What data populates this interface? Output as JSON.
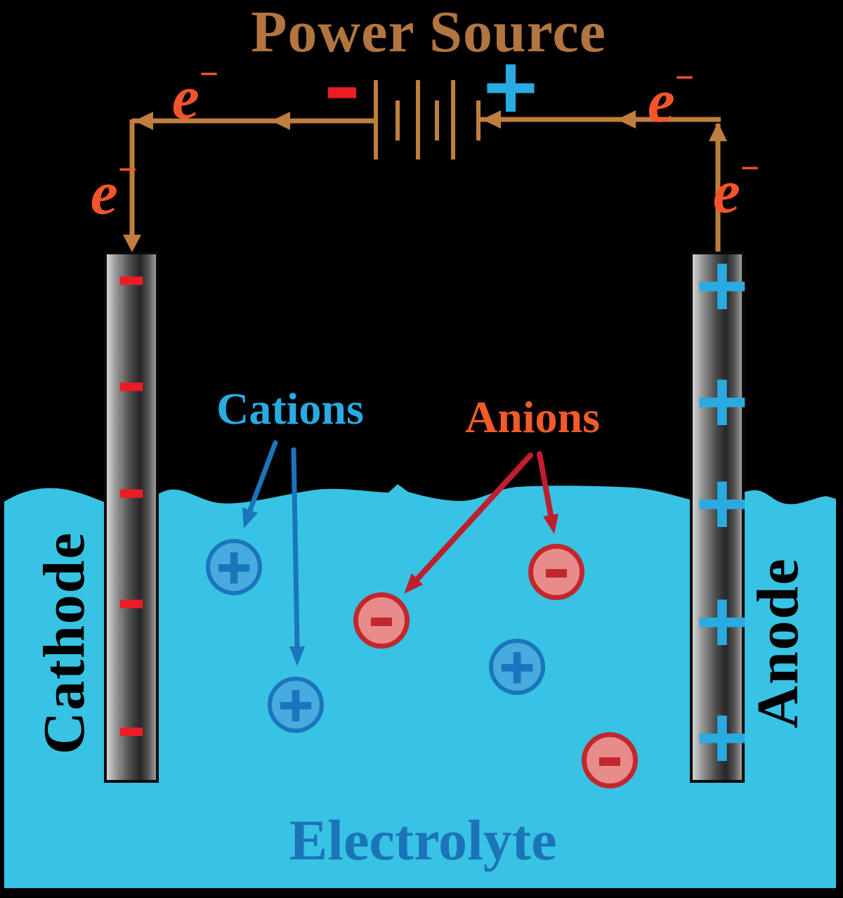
{
  "labels": {
    "title": "Power Source",
    "cathode": "Cathode",
    "anode": "Anode",
    "cations": "Cations",
    "anions": "Anions",
    "electrolyte": "Electrolyte",
    "electron_base": "e",
    "electron_superscript": "−"
  },
  "symbols": {
    "battery_negative": "−",
    "battery_positive": "+",
    "cathode_mark": "−",
    "anode_mark": "+",
    "cation": "+",
    "anion": "−"
  },
  "ions_in_solution": [
    {
      "type": "cation",
      "symbol": "+"
    },
    {
      "type": "cation",
      "symbol": "+"
    },
    {
      "type": "cation",
      "symbol": "+"
    },
    {
      "type": "anion",
      "symbol": "−"
    },
    {
      "type": "anion",
      "symbol": "−"
    },
    {
      "type": "anion",
      "symbol": "−"
    }
  ],
  "colors": {
    "background": "#000000",
    "title": "#B27540",
    "wire": "#C07E3E",
    "electron": "#F4542C",
    "negative": "#EC1C24",
    "positive": "#29ABE2",
    "water": "#38C2E4",
    "electrolyte_text": "#1C74B8",
    "cations_text": "#29ABE2",
    "anions_text": "#F15A29",
    "cation_fill": "#47ABDF",
    "cation_stroke": "#1B75BC",
    "anion_fill": "#E88C8B",
    "anion_stroke": "#C1272D",
    "cation_arrow": "#1B75BC",
    "anion_arrow": "#BE1E2D",
    "electrode_label": "#000000"
  }
}
